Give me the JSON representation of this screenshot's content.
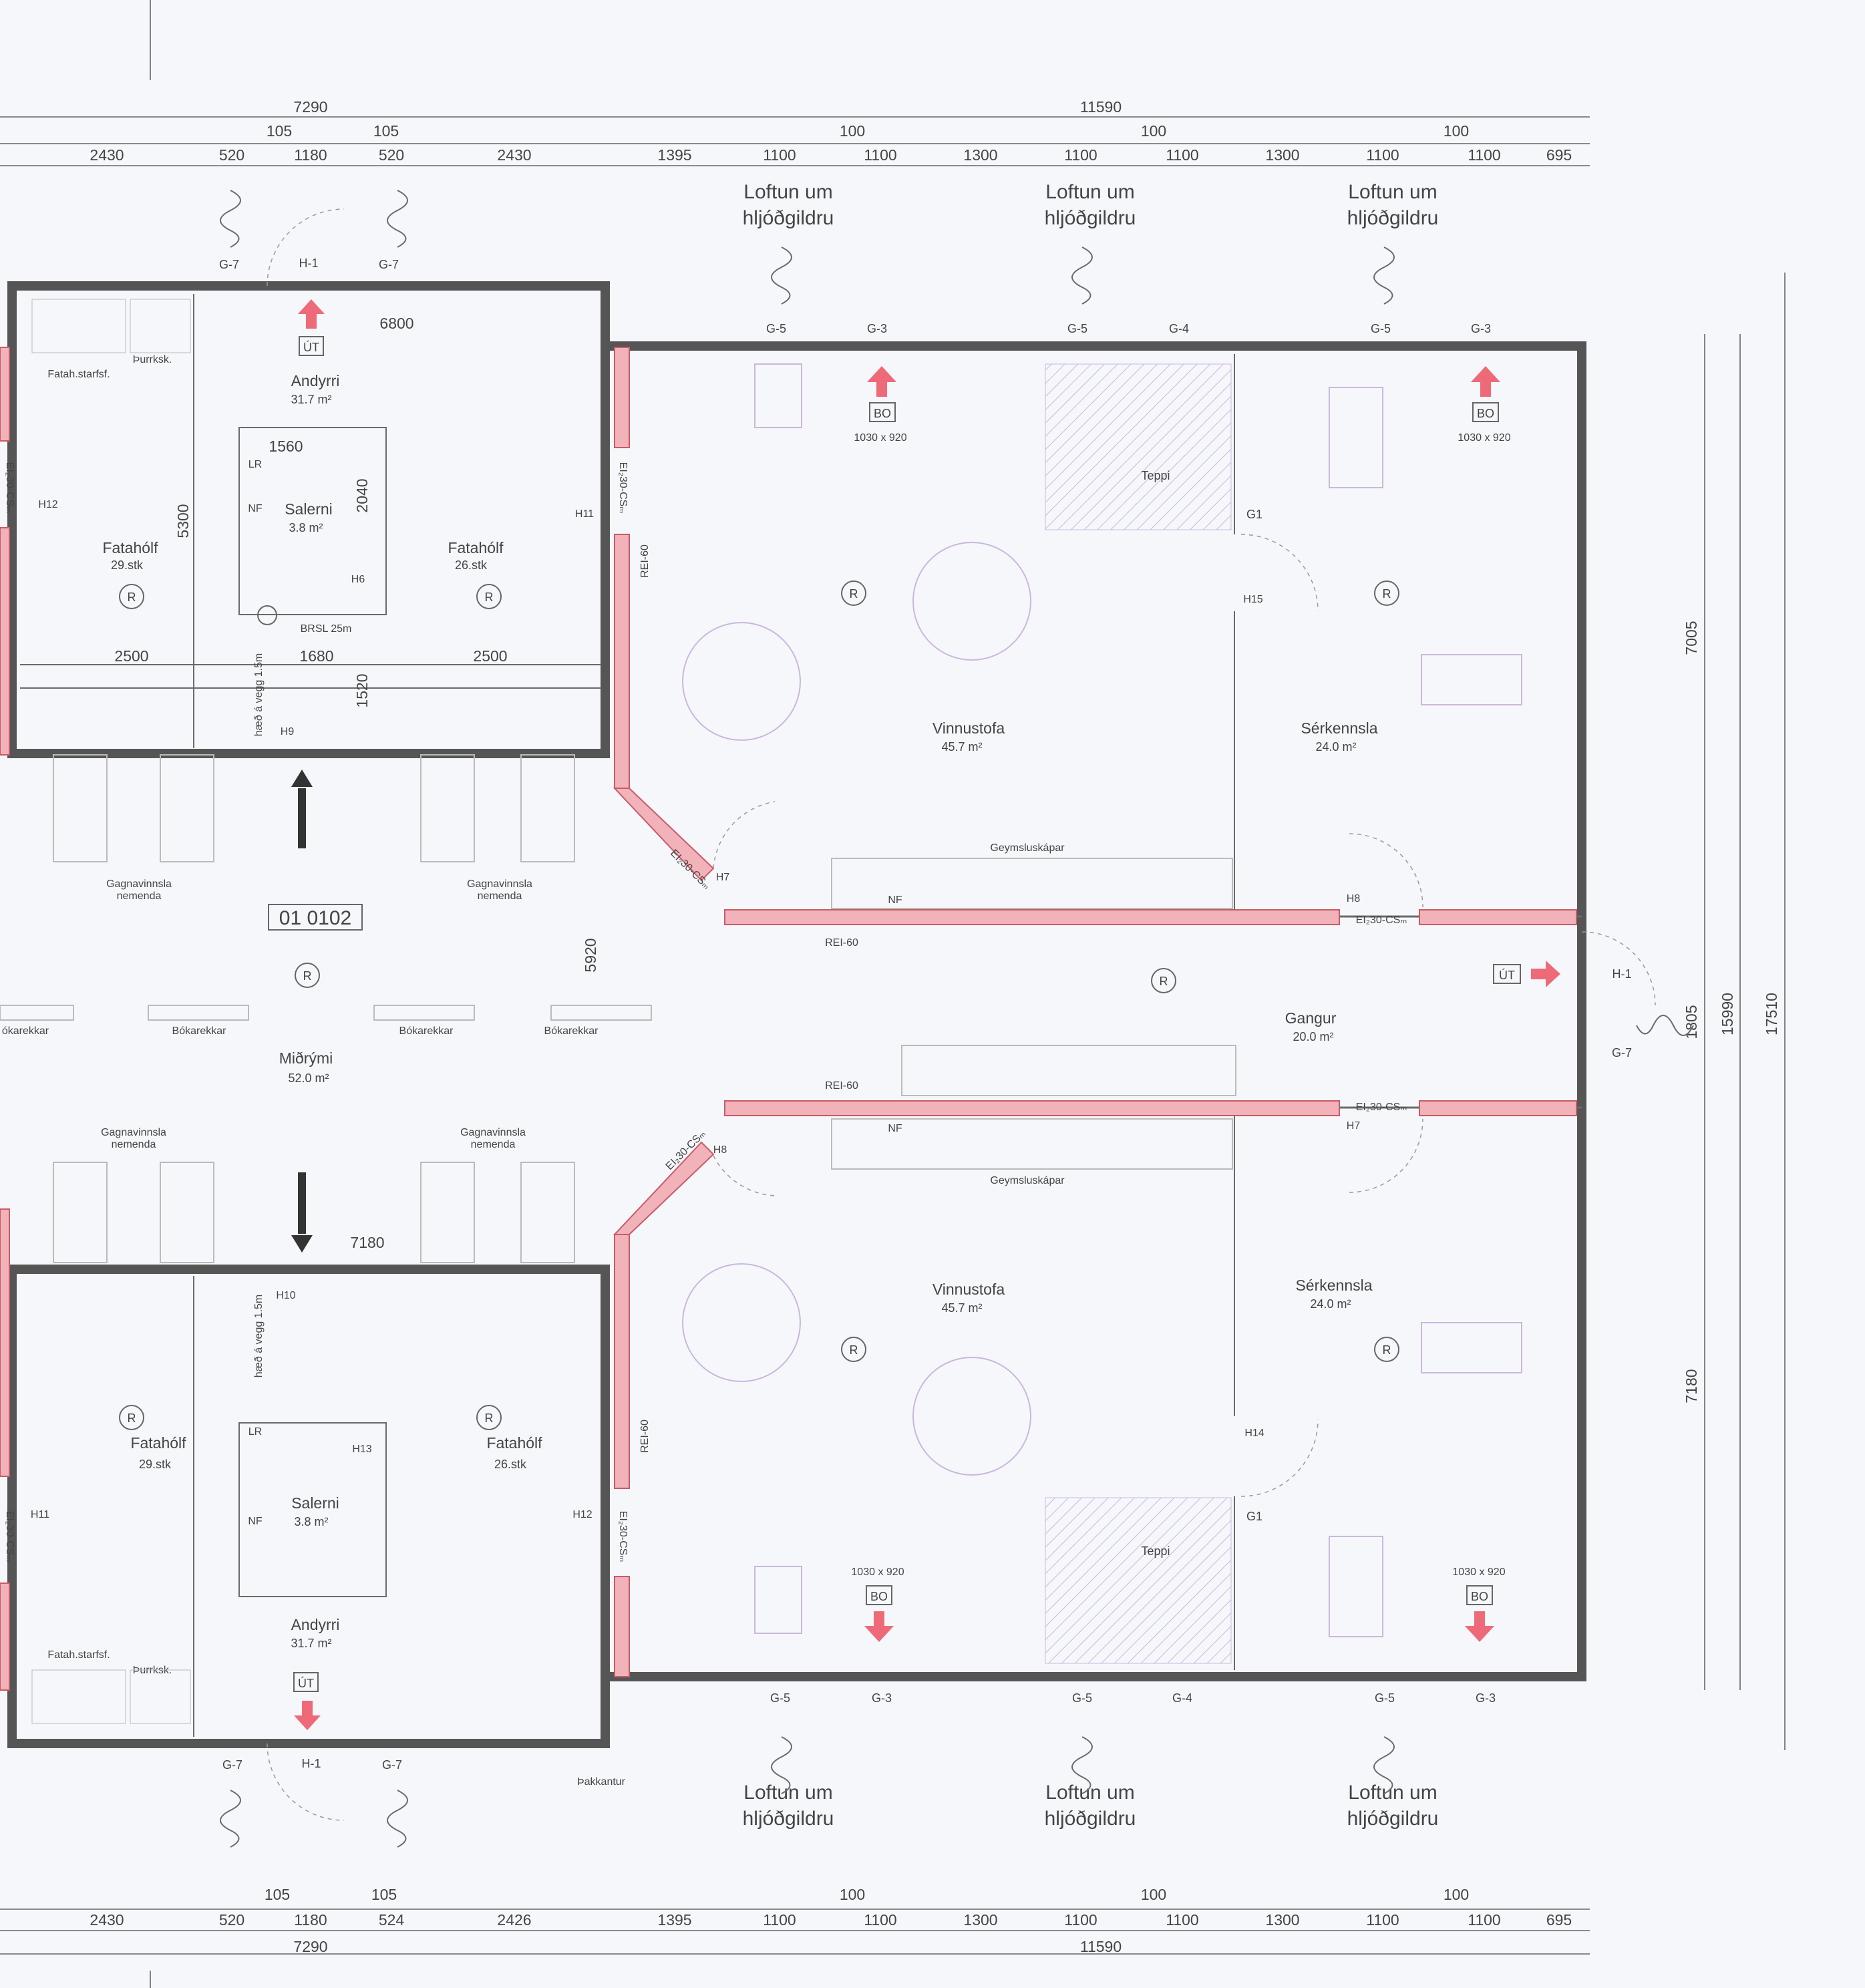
{
  "drawing": {
    "dimensions_top": {
      "overall": [
        "7290",
        "11590"
      ],
      "segments": [
        "2430",
        "520",
        "1180",
        "520",
        "2430",
        "1395",
        "1100",
        "1100",
        "1300",
        "1100",
        "1100",
        "1300",
        "1100",
        "1100",
        "695"
      ],
      "offsets": [
        "105",
        "105",
        "100",
        "100",
        "100"
      ]
    },
    "dimensions_bottom": {
      "overall": [
        "7290",
        "11590"
      ],
      "segments": [
        "2430",
        "520",
        "1180",
        "524",
        "2426",
        "1395",
        "1100",
        "1100",
        "1300",
        "1100",
        "1100",
        "1300",
        "1100",
        "1100",
        "695"
      ],
      "offsets": [
        "105",
        "105",
        "100",
        "100",
        "100"
      ]
    },
    "dimensions_right": [
      "7005",
      "1805",
      "7180",
      "15990",
      "17510"
    ],
    "ventilation_note": [
      "Loftun um",
      "hljóðgildru"
    ],
    "window_codes": [
      "G-7",
      "H-1",
      "G-7",
      "G-5",
      "G-3",
      "G-5",
      "G-4",
      "G-5",
      "G-3",
      "H-1",
      "G-7",
      "G1",
      "G1"
    ],
    "rooms": {
      "andyrri": {
        "name": "Andyrri",
        "area": "31.7 m²"
      },
      "salerni": {
        "name": "Salerni",
        "area": "3.8 m²"
      },
      "fatahólf_a": {
        "name": "Fatahólf",
        "count": "29.stk"
      },
      "fatahólf_b": {
        "name": "Fatahólf",
        "count": "26.stk"
      },
      "vinnustofa": {
        "name": "Vinnustofa",
        "area": "45.7 m²"
      },
      "sérkennsla": {
        "name": "Sérkennsla",
        "area": "24.0 m²"
      },
      "gangur": {
        "name": "Gangur",
        "area": "20.0 m²"
      },
      "miðrými": {
        "name": "Miðrými",
        "area": "52.0 m²"
      },
      "room_id": "01 0102"
    },
    "labels": {
      "fatah_starfsf": "Fatah.starfsf.",
      "thurrksk": "Þurrksk.",
      "gagnavinnsla": [
        "Gagnavinnsla",
        "nemenda"
      ],
      "bokarekkar": "Bókarekkar",
      "bokarekkar_cut": "ókarekkar",
      "geymsluskapar": "Geymsluskápar",
      "teppi": "Teppi",
      "brsl": "BRSL 25m",
      "haed": "hæð á vegg 1.5m",
      "lr": "LR",
      "nf": "NF",
      "ut": "ÚT",
      "bo": "BO",
      "bo_size": "1030 x 920",
      "rei60": "REI-60",
      "ei30": "EI₂30-CSₘ",
      "r_symbol": "R",
      "thakkantur": "Þakkantur"
    },
    "door_codes": [
      "H12",
      "H11",
      "H6",
      "H9",
      "H7",
      "H8",
      "H15",
      "H10",
      "H13",
      "H11",
      "H12",
      "H14",
      "H7",
      "H8"
    ],
    "interior_dims": [
      "6800",
      "1560",
      "2040",
      "5300",
      "2500",
      "1680",
      "2500",
      "1520",
      "5920",
      "7180"
    ],
    "colors": {
      "firewall": "#f2b2b9",
      "firewall_stroke": "#c95a67",
      "exit_arrow": "#ef6a78",
      "furniture": "#c9b8dc",
      "wall": "#555555"
    }
  }
}
